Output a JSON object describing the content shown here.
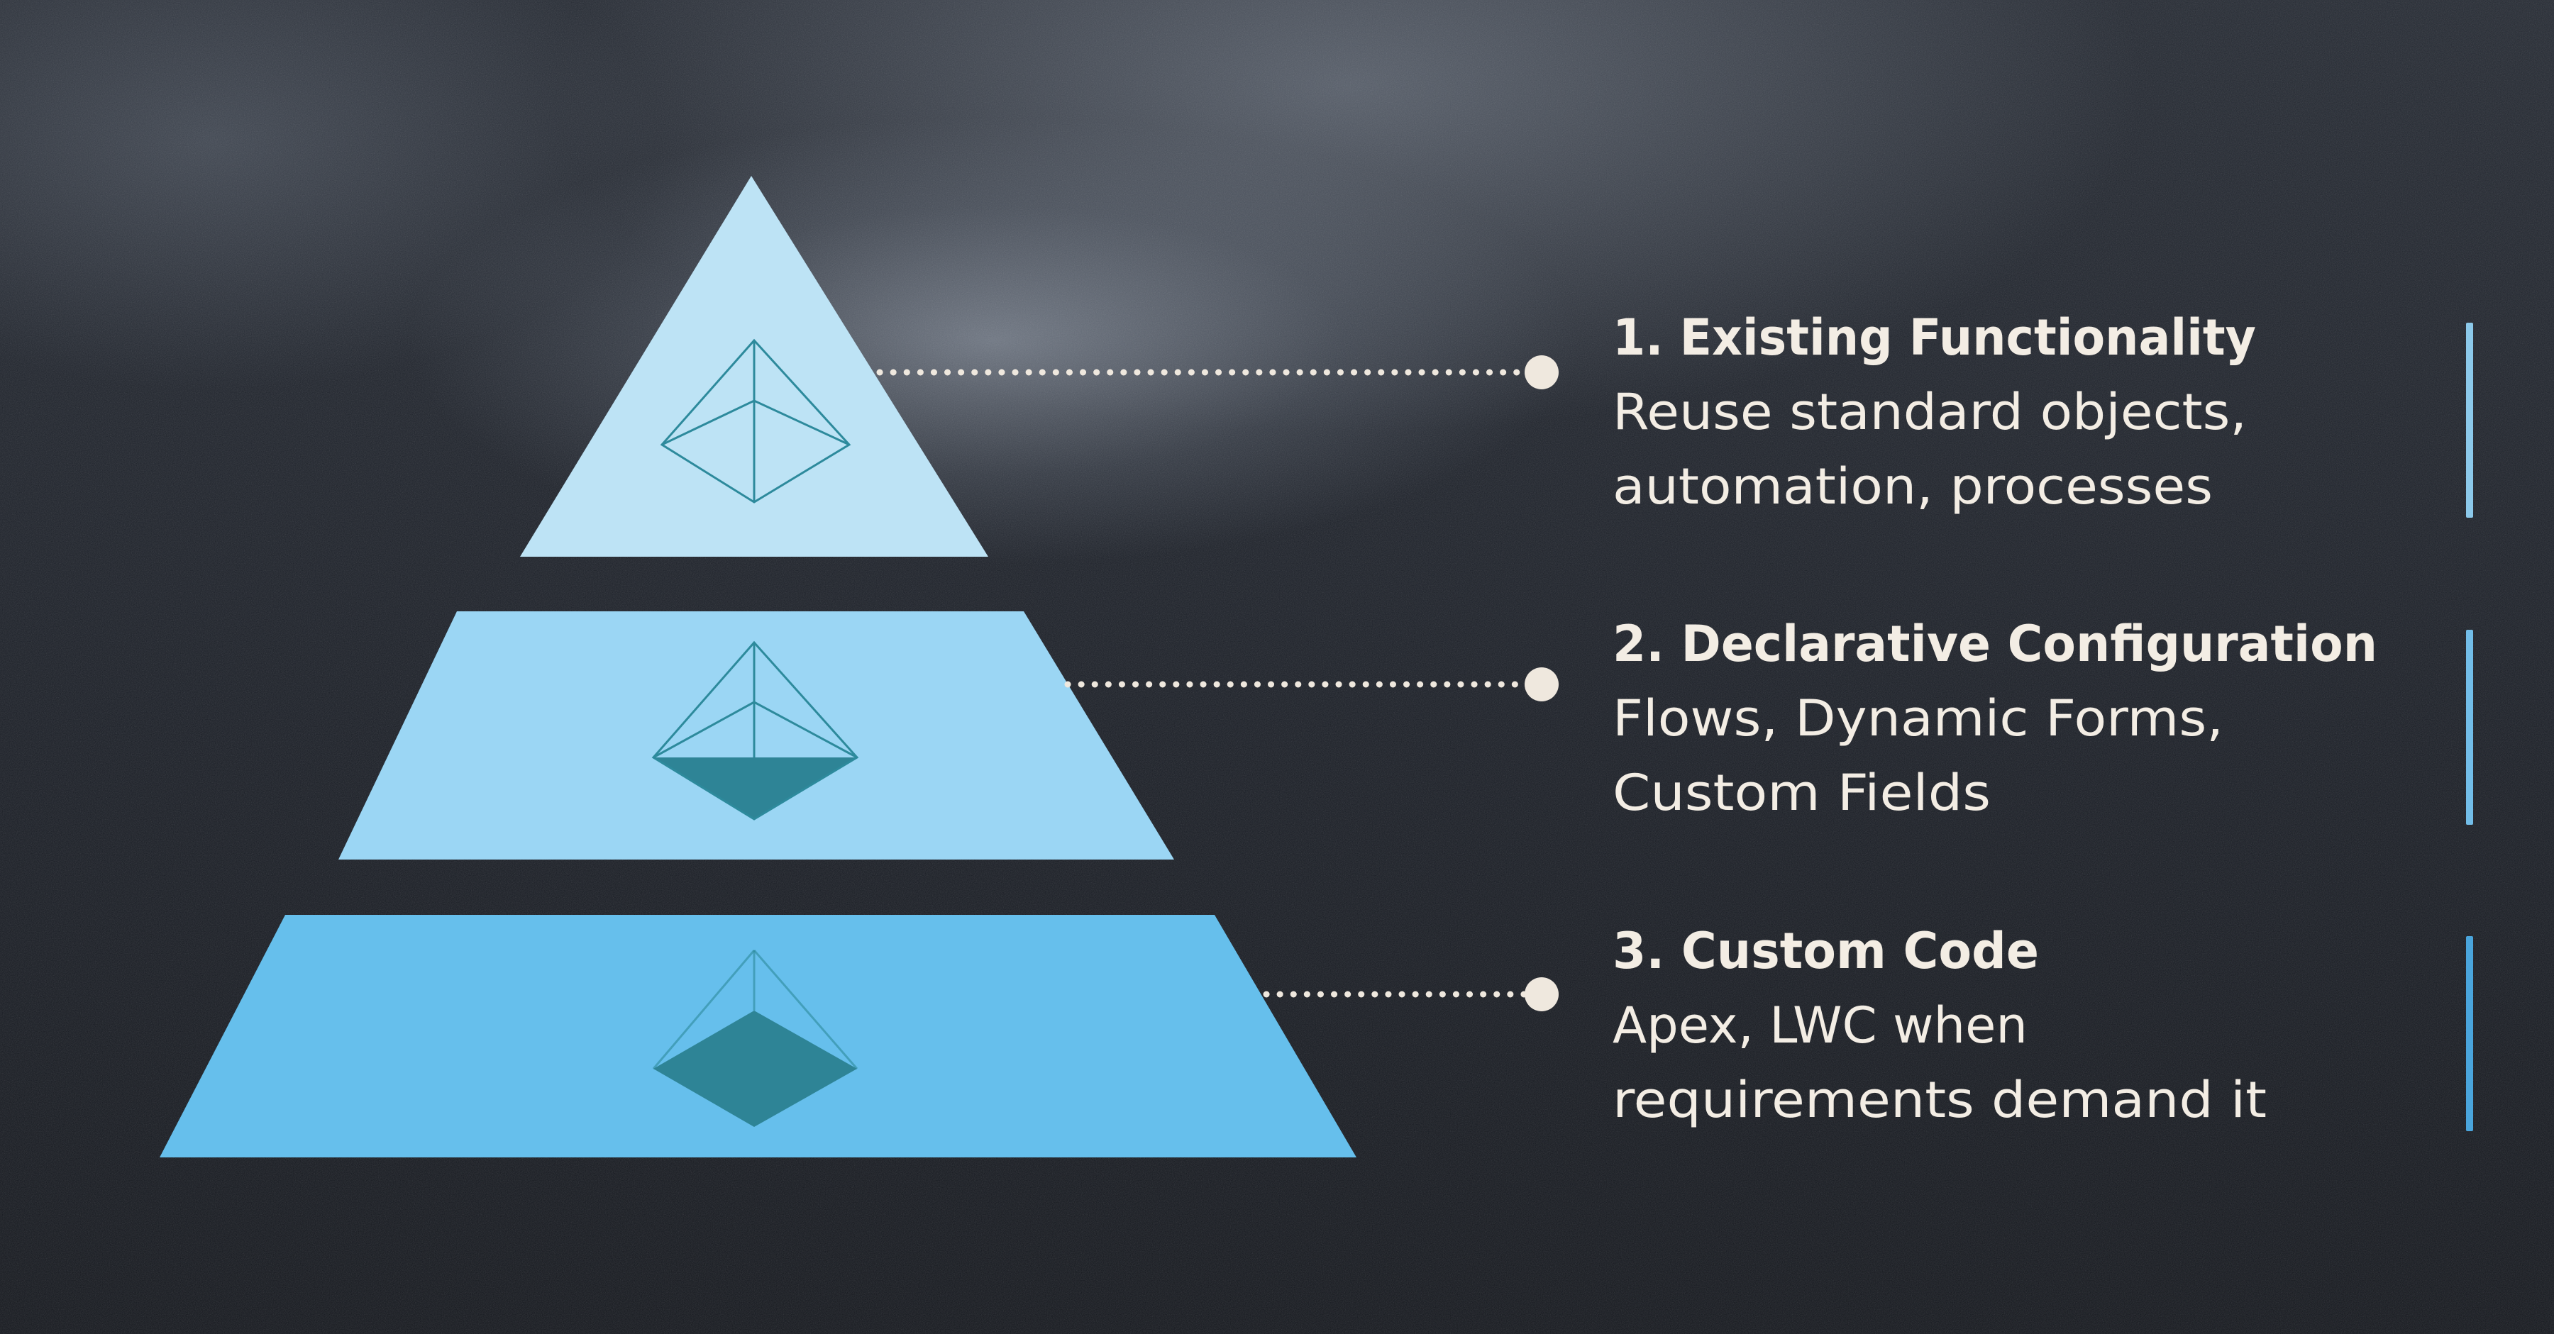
{
  "colors": {
    "tier_top": "#bde3f5",
    "tier_middle": "#9bd6f4",
    "tier_bottom": "#66bfec",
    "gem_line": "#2d8a9c",
    "gem_fill": "#2e8496",
    "text": "#f3ede4",
    "dot": "#efe8de",
    "bar_top": "#8cc9ea",
    "bar_middle": "#72bde8",
    "bar_bottom": "#4aa5dc"
  },
  "tiers": [
    {
      "number": "1.",
      "title": "1. Existing Functionality",
      "desc_line1": "Reuse standard objects,",
      "desc_line2": "automation, processes",
      "gem_icon": "pyramid-outline-icon"
    },
    {
      "number": "2.",
      "title": "2. Declarative Configuration",
      "desc_line1": "Flows, Dynamic Forms,",
      "desc_line2": "Custom Fields",
      "gem_icon": "pyramid-half-filled-icon"
    },
    {
      "number": "3.",
      "title": "3. Custom Code",
      "desc_line1": "Apex, LWC when",
      "desc_line2": "requirements demand it",
      "gem_icon": "diamond-filled-icon"
    }
  ]
}
